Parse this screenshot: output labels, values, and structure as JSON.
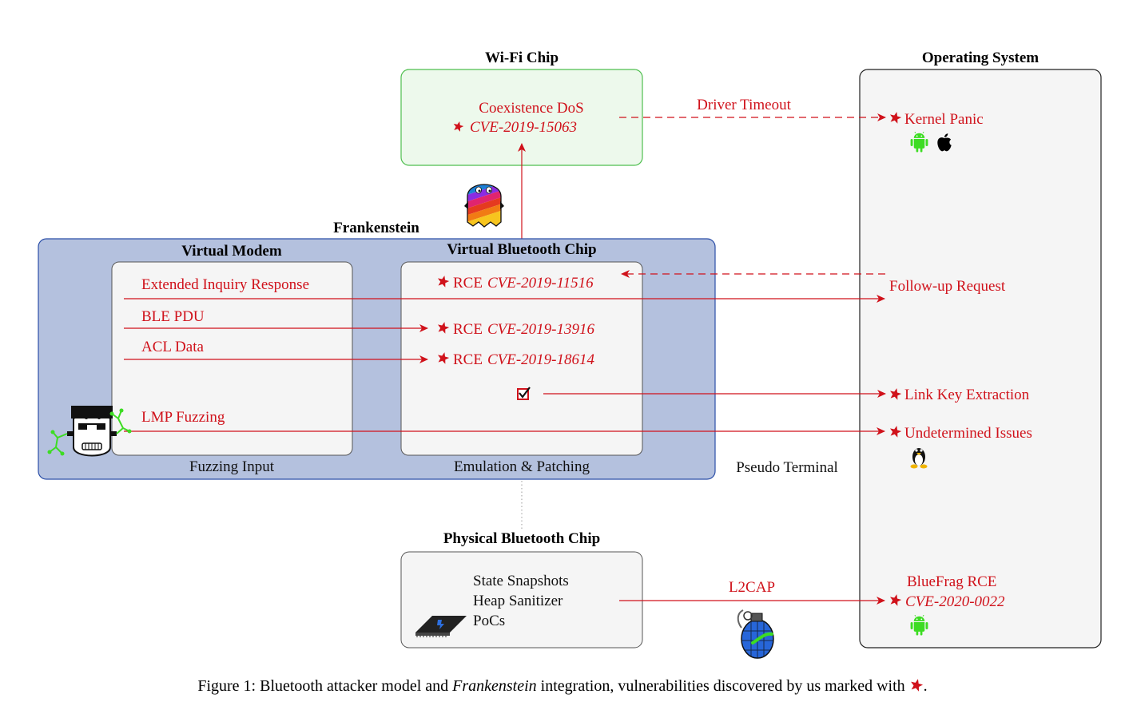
{
  "wifi": {
    "title": "Wi-Fi Chip",
    "line1": "Coexistence DoS",
    "cve": "CVE-2019-15063"
  },
  "os": {
    "title": "Operating System",
    "kernel_panic": "Kernel Panic",
    "follow_up": "Follow-up Request",
    "link_key": "Link Key Extraction",
    "undetermined": "Undetermined Issues",
    "pseudo_terminal": "Pseudo Terminal",
    "bluefrag_line1": "BlueFrag RCE",
    "bluefrag_cve": "CVE-2020-0022"
  },
  "driver_timeout": "Driver Timeout",
  "frankenstein": {
    "title": "Frankenstein",
    "modem_title": "Virtual Modem",
    "modem_caption": "Fuzzing Input",
    "inputs": [
      "Extended Inquiry Response",
      "BLE PDU",
      "ACL Data",
      "LMP Fuzzing"
    ],
    "chip_title": "Virtual Bluetooth Chip",
    "chip_caption": "Emulation & Patching",
    "rce_prefix": "RCE",
    "rce_cves": [
      "CVE-2019-11516",
      "CVE-2019-13916",
      "CVE-2019-18614"
    ]
  },
  "physical": {
    "title": "Physical Bluetooth Chip",
    "items": [
      "State Snapshots",
      "Heap Sanitizer",
      "PoCs"
    ]
  },
  "l2cap": "L2CAP",
  "caption": {
    "prefix": "Figure 1: Bluetooth attacker model and ",
    "emph": "Frankenstein",
    "suffix": " integration, vulnerabilities discovered by us marked with ",
    "end": "."
  },
  "colors": {
    "accent_red": "#d0121b",
    "frankenstein_bg": "#b4c1de",
    "frankenstein_border": "#2c4fa8",
    "wifi_bg": "#edf9ec",
    "wifi_border": "#4fbf4f",
    "box_bg": "#f5f5f5",
    "android_green": "#3ddc23"
  },
  "icons": [
    "star-icon",
    "android-icon",
    "apple-icon",
    "linux-icon",
    "ghost-icon",
    "frankenstein-icon",
    "grenade-icon",
    "chip-icon",
    "checkbox-icon"
  ]
}
